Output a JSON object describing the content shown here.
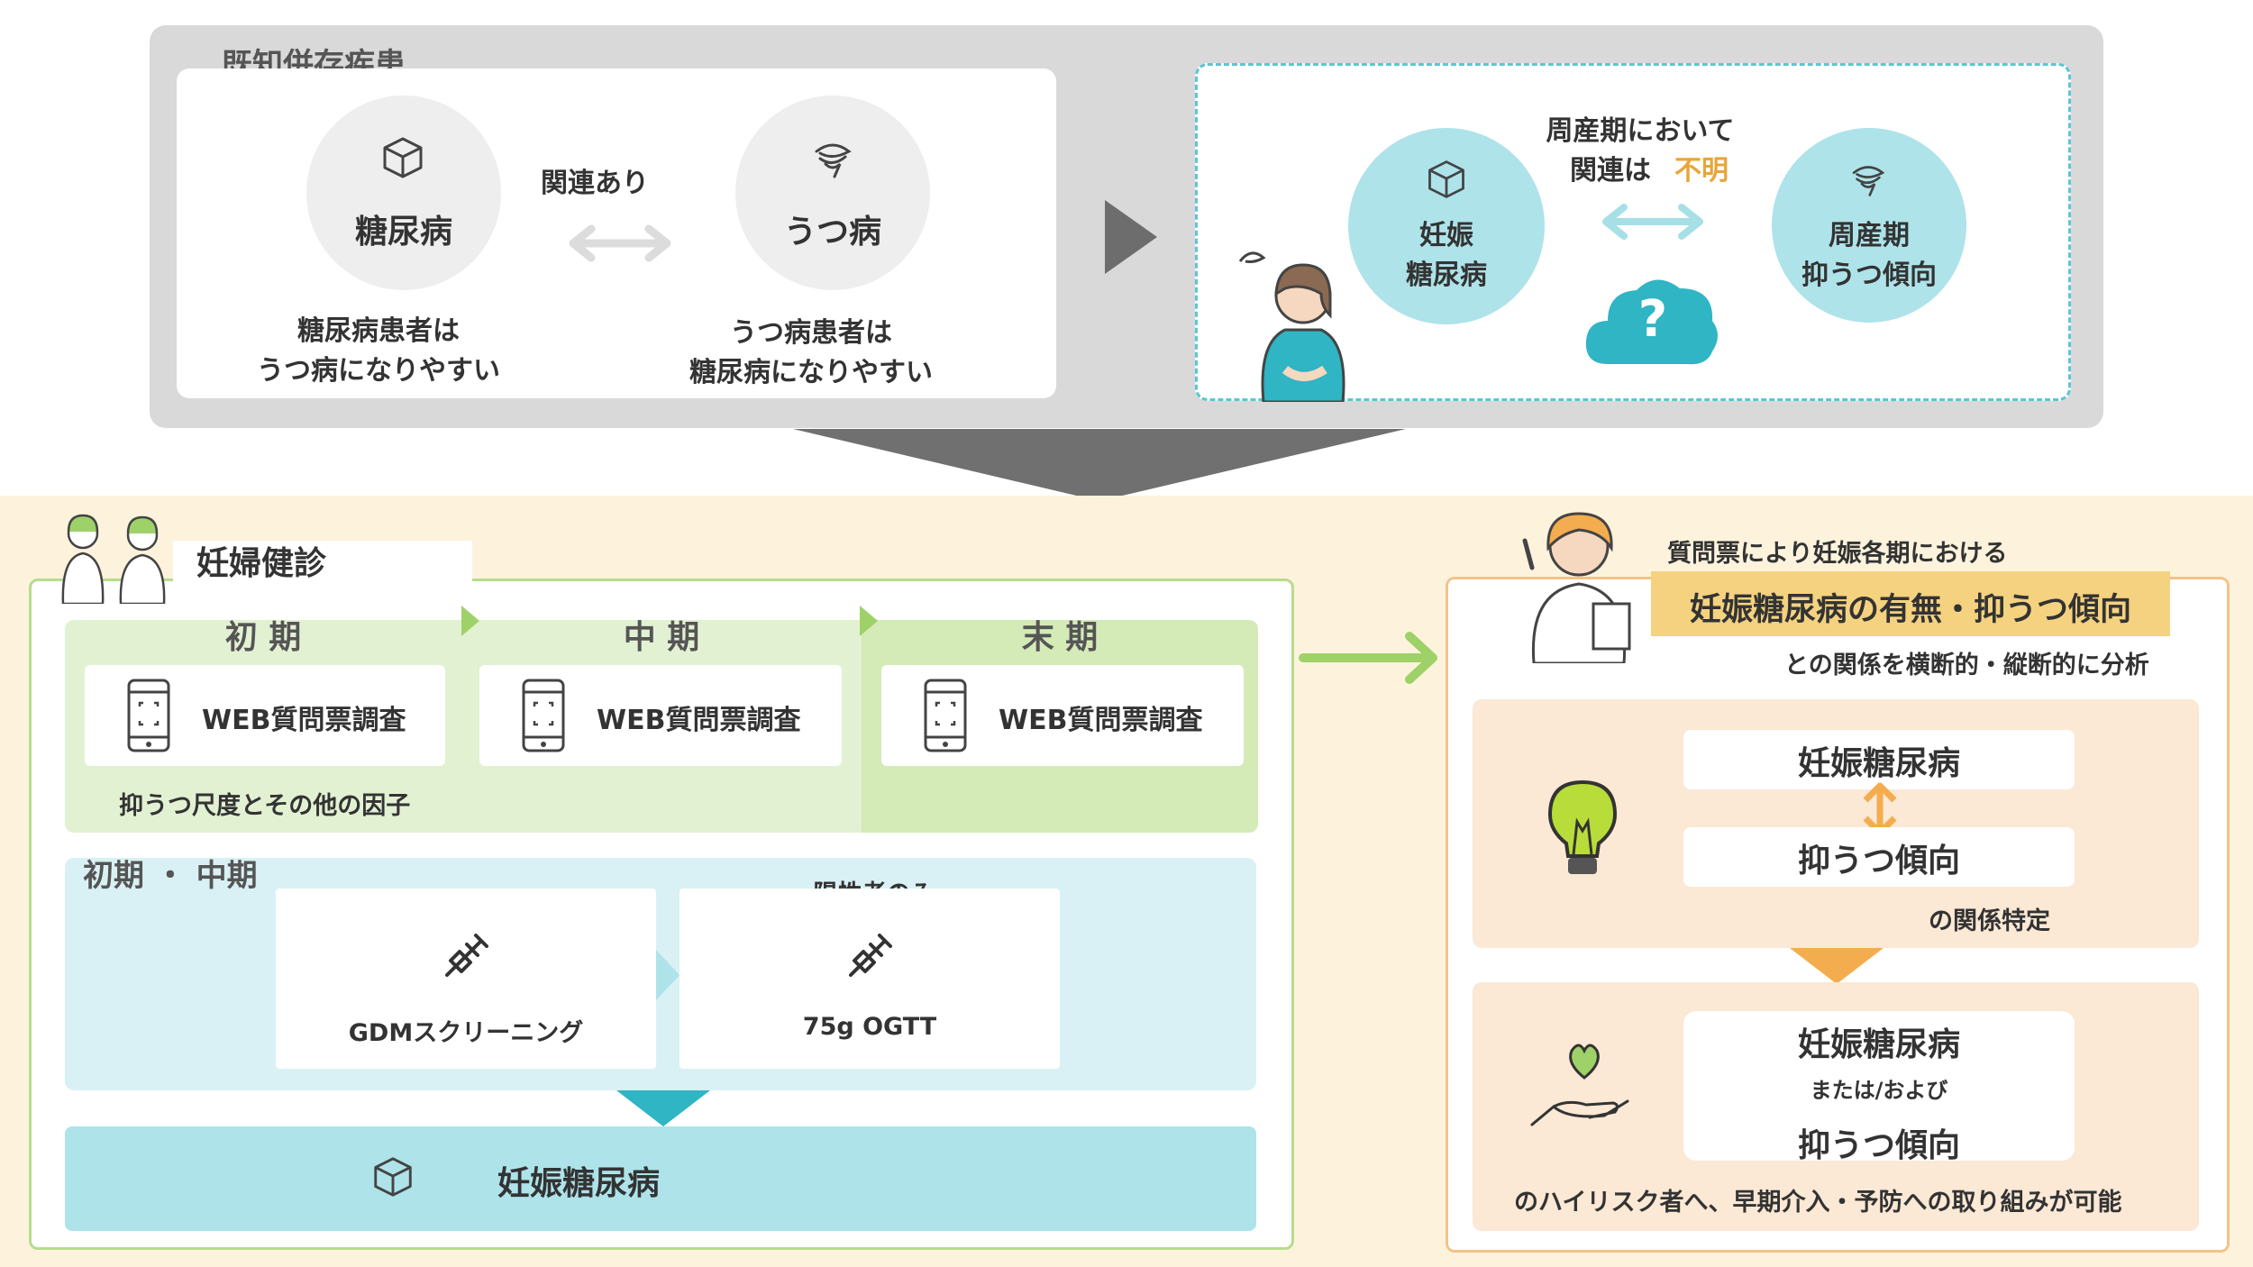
{
  "top": {
    "known_title": "既知併存疾患",
    "diabetes_label": "糖尿病",
    "depression_label": "うつ病",
    "relation_label": "関連あり",
    "diabetes_note_1": "糖尿病患者は",
    "diabetes_note_2": "うつ病になりやすい",
    "depression_note_1": "うつ病患者は",
    "depression_note_2": "糖尿病になりやすい",
    "gdm_circle_1": "妊娠",
    "gdm_circle_2": "糖尿病",
    "question_1": "周産期において",
    "question_2a": "関連は",
    "question_2b": "不明",
    "peri_circle_1": "周産期",
    "peri_circle_2": "抑うつ傾向",
    "question_mark": "?"
  },
  "checkup": {
    "title": "妊婦健診",
    "periods": [
      "初 期",
      "中 期",
      "末 期"
    ],
    "web_survey": "WEB質問票調査",
    "factors_note": "抑うつ尺度とその他の因子",
    "screening_title": "初期 ・ 中期",
    "positive_only": "陽性者のみ",
    "gdm_screening": "GDMスクリーニング",
    "ogtt": "75g OGTT",
    "result": "妊娠糖尿病"
  },
  "analysis": {
    "intro": "質問票により妊娠各期における",
    "headline": "妊娠糖尿病の有無・抑うつ傾向",
    "subline": "との関係を横断的・縦断的に分析",
    "gdm": "妊娠糖尿病",
    "depressive": "抑うつ傾向",
    "relation_identify": "の関係特定",
    "and_or": "または/および",
    "high_risk": "のハイリスク者へ、早期介入・予防への取り組みが可能"
  },
  "colors": {
    "teal": "#5bc6d2",
    "light_teal": "#aee3ea",
    "green": "#9fd169",
    "orange": "#f3ad4f",
    "gold": "#f5d27f",
    "unknown_text": "#e8a53a"
  }
}
